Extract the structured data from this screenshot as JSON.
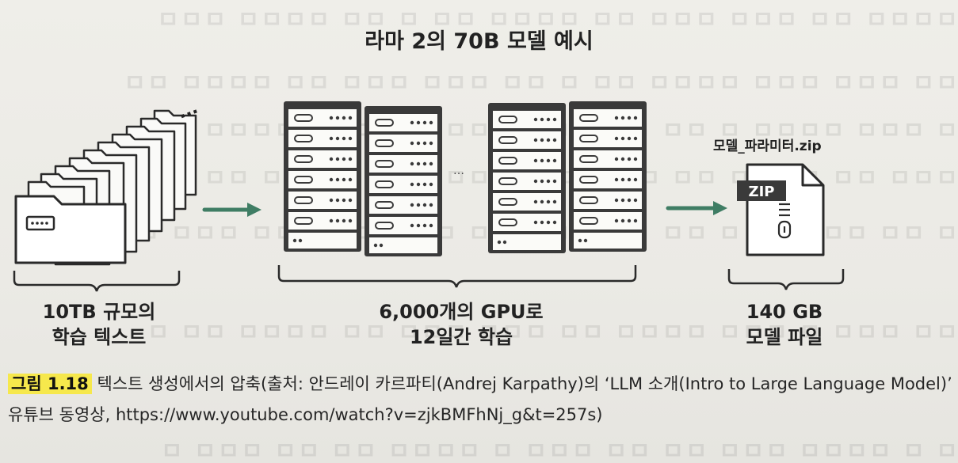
{
  "figure": {
    "title": "라마 2의 70B 모델 예시",
    "left_label_line1": "10TB 규모의",
    "left_label_line2": "학습 텍스트",
    "center_label_line1": "6,000개의 GPU로",
    "center_label_line2": "12일간 학습",
    "right_label_line1": "140 GB",
    "right_label_line2": "모델 파일",
    "zip_filename": "모델_파라미터.zip",
    "zip_badge": "ZIP",
    "ellipsis": "...",
    "accent_color": "#3f7d64"
  },
  "caption": {
    "figure_number": "그림 1.18",
    "text": " 텍스트 생성에서의 압축(출처: 안드레이 카르파티(Andrej Karpathy)의 ‘LLM 소개(Intro to Large Language Model)’ 유튜브 동영상, https://www.youtube.com/watch?v=zjkBMFhNj_g&t=257s)"
  }
}
